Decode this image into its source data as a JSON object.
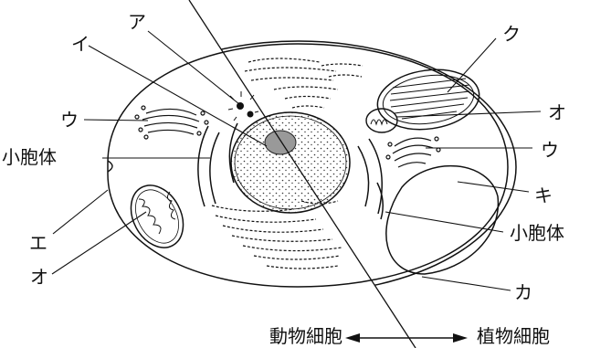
{
  "labels": {
    "a": "ア",
    "i": "イ",
    "u_left": "ウ",
    "shouhoutai_left": "小胞体",
    "e": "エ",
    "o_left": "オ",
    "ku": "ク",
    "o_right": "オ",
    "u_right": "ウ",
    "ki": "キ",
    "shouhoutai_right": "小胞体",
    "ka": "カ"
  },
  "footer": {
    "animal_cell": "動物細胞",
    "plant_cell": "植物細胞"
  }
}
